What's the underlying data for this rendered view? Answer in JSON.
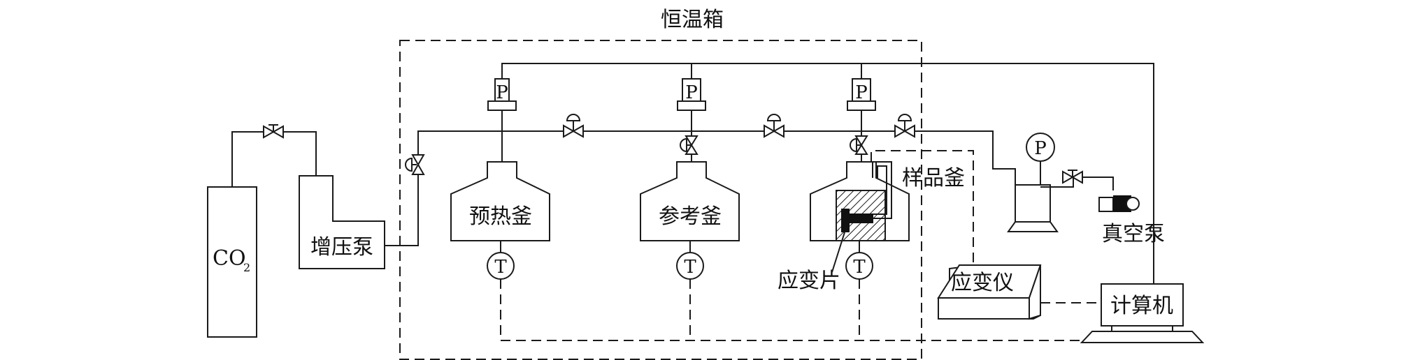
{
  "labels": {
    "thermostat": "恒温箱",
    "co2_main": "CO",
    "co2_sub": "2",
    "booster_pump": "增压泵",
    "preheat_vessel": "预热釜",
    "reference_vessel": "参考釜",
    "sample_vessel": "样品釜",
    "strain_gauge": "应变片",
    "strain_meter": "应变仪",
    "computer": "计算机",
    "vacuum_pump": "真空泵",
    "pressure_symbol": "P",
    "temperature_symbol": "T"
  }
}
